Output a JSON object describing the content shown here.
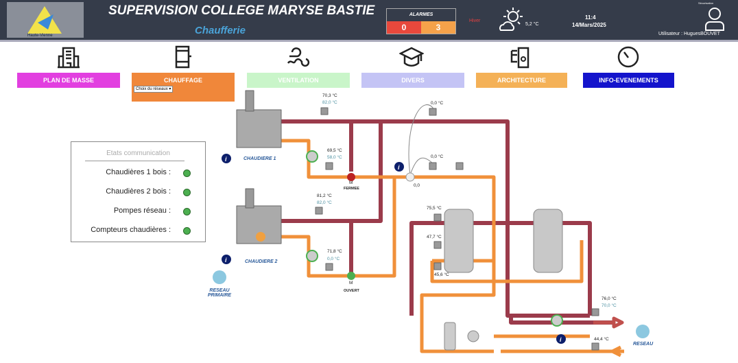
{
  "header": {
    "title": "SUPERVISION COLLEGE MARYSE BASTIE",
    "subtitle": "Chaufferie",
    "logo_text": "Département Haute-Vienne",
    "alarms": {
      "label": "ALARMES",
      "red_count": "0",
      "orange_count": "3",
      "red_color": "#e8483c",
      "orange_color": "#f5a24a"
    },
    "season": "Hiver",
    "outdoor_temp": "5,2 °C",
    "time": "11:4",
    "date": "14/Mars/2025",
    "user": "Utilisateur : HuguesBOUVET",
    "user_role": "Sécurisation"
  },
  "nav": [
    {
      "label": "PLAN DE MASSE",
      "icon": "building-icon",
      "color": "#e23fe0"
    },
    {
      "label": "CHAUFFAGE",
      "icon": "boiler-icon",
      "color": "#f0873a",
      "select": "Choix du réseaux"
    },
    {
      "label": "VENTILATION",
      "icon": "wind-icon",
      "color": "#c9f5c9"
    },
    {
      "label": "DIVERS",
      "icon": "graduation-cap-icon",
      "color": "#c4c4f5"
    },
    {
      "label": "ARCHITECTURE",
      "icon": "server-icon",
      "color": "#f4b157"
    },
    {
      "label": "INFO-EVENEMENTS",
      "icon": "gauge-icon",
      "color": "#1414cc"
    }
  ],
  "comm": {
    "title": "Etats communication",
    "items": [
      "Chaudières 1 bois :",
      "Chaudières 2 bois :",
      "Pompes réseau :",
      "Compteurs chaudières :"
    ]
  },
  "diagram": {
    "boiler1": "CHAUDIERE 1",
    "boiler2": "CHAUDIERE 2",
    "reseau_primaire": "RESEAU PRIMAIRE",
    "reseau": "RESEAU",
    "valve1_state": "FERMEE",
    "valve2_state": "OUVERT",
    "valve_m": "M",
    "counter": "0,0",
    "t_top": "70,3 °C",
    "t_top_set": "82,0 °C",
    "t_b1": "69,5 °C",
    "t_b1_set": "58,0 °C",
    "t_mid": "81,2 °C",
    "t_mid_set": "82,0 °C",
    "t_b2": "71,8 °C",
    "t_b2_set": "0,0 °C",
    "t_c1": "0,0 °C",
    "t_c2": "0,0 °C",
    "t_tank1": "75,5 °C",
    "t_tank2": "47,7 °C",
    "t_tank3": "45,6 °C",
    "t_out": "76,0 °C",
    "t_out_set": "70,0 °C",
    "t_ret": "44,4 °C",
    "pipe_hot": "#9b3b4b",
    "pipe_warm": "#f0903a"
  }
}
